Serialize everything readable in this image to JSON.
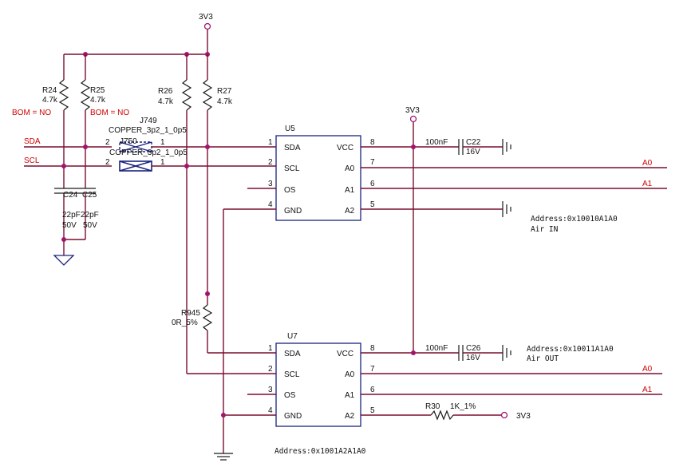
{
  "power": {
    "top": "3V3",
    "mid": "3V3",
    "r30_out": "3V3"
  },
  "nets": {
    "sda": "SDA",
    "scl": "SCL",
    "a0": "A0",
    "a1": "A1",
    "a0_b": "A0",
    "a1_b": "A1"
  },
  "resistors": {
    "r24": {
      "ref": "R24",
      "value": "4.7k",
      "bom": "BOM = NO"
    },
    "r25": {
      "ref": "R25",
      "value": "4.7k",
      "bom": "BOM = NO"
    },
    "r26": {
      "ref": "R26",
      "value": "4.7k"
    },
    "r27": {
      "ref": "R27",
      "value": "4.7k"
    },
    "r945": {
      "ref": "R945",
      "value": "0R_5%"
    },
    "r30": {
      "ref": "R30",
      "value": "1K_1%"
    }
  },
  "capacitors": {
    "c24": {
      "ref": "C24",
      "value": "22pF",
      "voltage": "50V"
    },
    "c25": {
      "ref": "C25",
      "value": "22pF",
      "voltage": "50V"
    },
    "c22": {
      "ref": "C22",
      "value": "100nF",
      "voltage": "16V"
    },
    "c26": {
      "ref": "C26",
      "value": "100nF",
      "voltage": "16V"
    }
  },
  "jumpers": {
    "j749": {
      "ref": "J749",
      "footprint": "COPPER_3p2_1_0p5",
      "pin_a": "2",
      "pin_b": "1"
    },
    "j750": {
      "ref": "J750",
      "footprint": "COPPER_3p2_1_0p5",
      "pin_a": "2",
      "pin_b": "1"
    }
  },
  "u5": {
    "ref": "U5",
    "left_pins": [
      {
        "num": "1",
        "name": "SDA"
      },
      {
        "num": "2",
        "name": "SCL"
      },
      {
        "num": "3",
        "name": "OS"
      },
      {
        "num": "4",
        "name": "GND"
      }
    ],
    "right_pins": [
      {
        "num": "8",
        "name": "VCC"
      },
      {
        "num": "7",
        "name": "A0"
      },
      {
        "num": "6",
        "name": "A1"
      },
      {
        "num": "5",
        "name": "A2"
      }
    ],
    "address": "Address:0x10010A1A0",
    "note": "Air IN"
  },
  "u7": {
    "ref": "U7",
    "left_pins": [
      {
        "num": "1",
        "name": "SDA"
      },
      {
        "num": "2",
        "name": "SCL"
      },
      {
        "num": "3",
        "name": "OS"
      },
      {
        "num": "4",
        "name": "GND"
      }
    ],
    "right_pins": [
      {
        "num": "8",
        "name": "VCC"
      },
      {
        "num": "7",
        "name": "A0"
      },
      {
        "num": "6",
        "name": "A1"
      },
      {
        "num": "5",
        "name": "A2"
      }
    ],
    "address": "Address:0x10011A1A0",
    "note": "Air OUT",
    "bottom_address": "Address:0x1001A2A1A0"
  }
}
